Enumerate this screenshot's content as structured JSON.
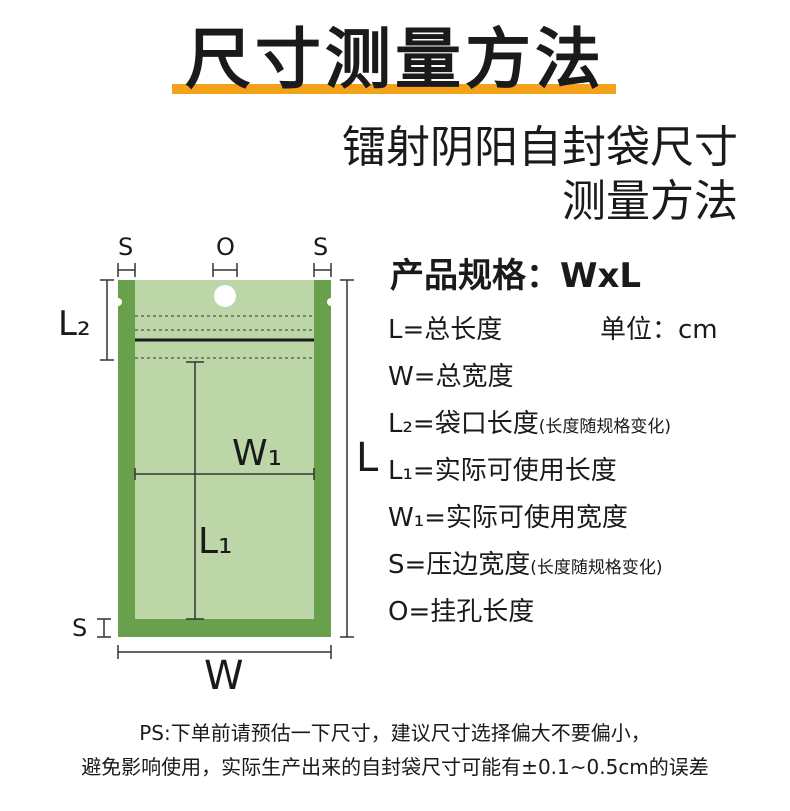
{
  "title": "尺寸测量方法",
  "subtitle": [
    "镭射阴阳自封袋尺寸",
    "测量方法"
  ],
  "spec": "产品规格：WxL",
  "unit": "单位：cm",
  "legend": [
    {
      "main": "L=总长度",
      "note": ""
    },
    {
      "main": "W=总宽度",
      "note": ""
    },
    {
      "main": "L₂=袋口长度",
      "note": "(长度随规格变化)"
    },
    {
      "main": "L₁=实际可使用长度",
      "note": ""
    },
    {
      "main": "W₁=实际可使用宽度",
      "note": ""
    },
    {
      "main": "S=压边宽度",
      "note": "(长度随规格变化)"
    },
    {
      "main": "O=挂孔长度",
      "note": ""
    }
  ],
  "diagram": {
    "labels": {
      "s_left": "S",
      "o": "O",
      "s_right": "S",
      "l2": "L₂",
      "w1": "W₁",
      "l": "L",
      "l1": "L₁",
      "s_bottom": "S",
      "w": "W"
    },
    "colors": {
      "border": "#69a04b",
      "fill": "#bcd6a8",
      "accent": "#f5a21b"
    }
  },
  "note": [
    "PS:下单前请预估一下尺寸，建议尺寸选择偏大不要偏小，",
    "避免影响使用，实际生产出来的自封袋尺寸可能有±0.1~0.5cm的误差"
  ]
}
